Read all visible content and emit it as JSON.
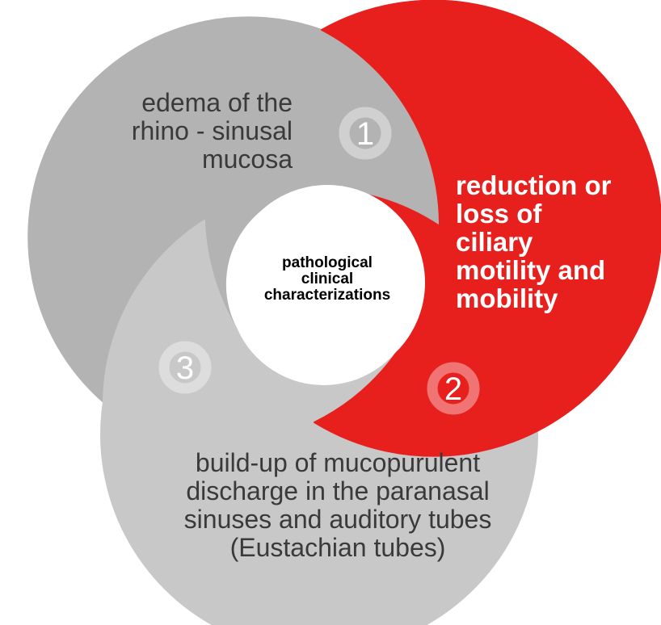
{
  "diagram": {
    "center_label": "pathological\nclinical\ncharacterizations",
    "center_color": "#ffffff",
    "badge_ring_color": "rgba(255,255,255,0.38)",
    "items": [
      {
        "badge": "1",
        "label": "edema of the\nrhino - sinusal\nmucosa",
        "color": "#b3b3b3"
      },
      {
        "badge": "2",
        "label": "reduction or\nloss of\nciliary\nmotility and\nmobility",
        "color": "#e7201d"
      },
      {
        "badge": "3",
        "label": "build-up of mucopurulent\ndischarge in the paranasal\nsinuses and auditory tubes\n(Eustachian tubes)",
        "color": "#c8c8c8"
      }
    ]
  }
}
